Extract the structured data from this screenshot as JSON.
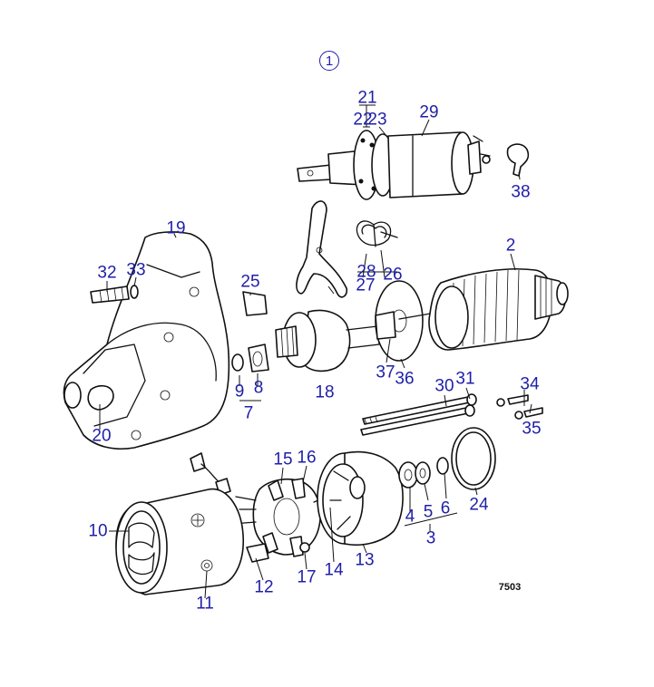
{
  "diagram": {
    "circled_label": "1",
    "figure_code": "7503",
    "part_labels": [
      "21",
      "22",
      "23",
      "29",
      "38",
      "19",
      "2",
      "32",
      "33",
      "25",
      "28",
      "26",
      "27",
      "9",
      "8",
      "7",
      "18",
      "37",
      "36",
      "30",
      "31",
      "34",
      "35",
      "20",
      "15",
      "16",
      "10",
      "11",
      "12",
      "17",
      "14",
      "13",
      "4",
      "5",
      "6",
      "3",
      "24"
    ]
  }
}
